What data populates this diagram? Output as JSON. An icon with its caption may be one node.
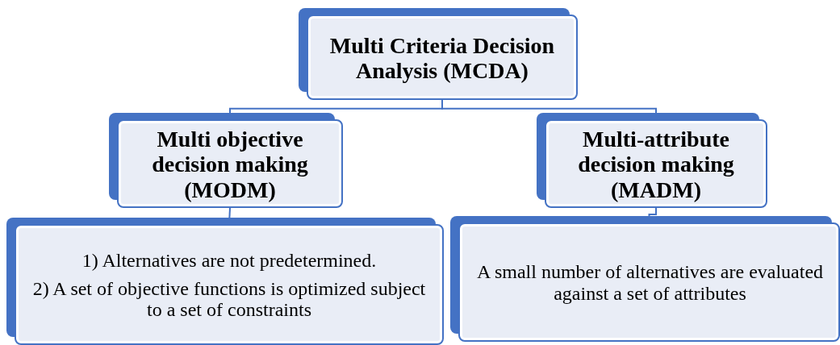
{
  "diagram": {
    "nodes": [
      {
        "text": [
          "Multi Criteria Decision Analysis (MCDA)"
        ]
      },
      {
        "text": [
          "Multi objective decision making (MODM)"
        ]
      },
      {
        "text": [
          "Multi-attribute decision making (MADM)"
        ]
      },
      {
        "text": [
          "1) Alternatives are not predetermined.",
          "2) A set of objective functions is optimized subject to a set of constraints"
        ]
      },
      {
        "text": [
          "A small number of alternatives are evaluated against a set of attributes"
        ]
      }
    ],
    "edges": [
      {
        "from": 0,
        "to": 1,
        "arrow": "none"
      },
      {
        "from": 0,
        "to": 2,
        "arrow": "none"
      },
      {
        "from": 1,
        "to": 3,
        "arrow": "none"
      },
      {
        "from": 2,
        "to": 4,
        "arrow": "none"
      }
    ]
  }
}
